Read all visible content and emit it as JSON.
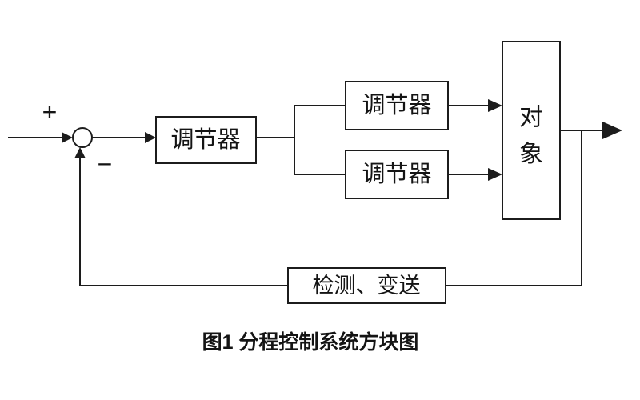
{
  "figure": {
    "caption": "图1  分程控制系统方块图",
    "summing_junction": {
      "plus": "+",
      "minus": "−"
    },
    "blocks": {
      "controller_main": {
        "label": "调节器"
      },
      "controller_top": {
        "label": "调节器"
      },
      "controller_bottom": {
        "label": "调节器"
      },
      "plant": {
        "label": "对象",
        "char_top": "对",
        "char_bottom": "象"
      },
      "sensor": {
        "label": "检测、变送"
      }
    },
    "colors": {
      "ink": "#1c1c1c",
      "background": "#ffffff"
    }
  }
}
